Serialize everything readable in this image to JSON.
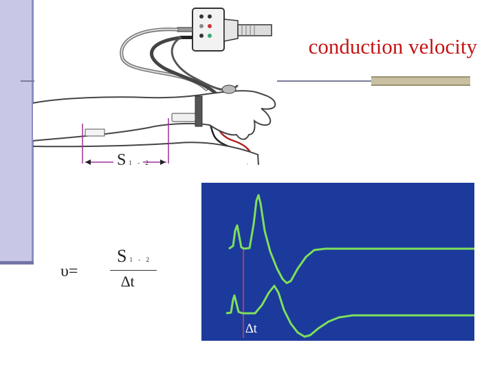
{
  "slide": {
    "title": "conduction velocity",
    "colors": {
      "title": "#c41414",
      "left_bar": "#c8c8e6",
      "scope_background": "#1c3a9c",
      "trace": "#7ee05a",
      "marker": "#e04040"
    }
  },
  "diagram": {
    "distance_label": {
      "main": "S",
      "sub": "1 - 2"
    },
    "formula": {
      "lhs": "υ=",
      "numerator_main": "S",
      "numerator_sub": "1 - 2",
      "denominator": "∆t"
    },
    "oscilloscope": {
      "delta_label": "∆t"
    }
  }
}
